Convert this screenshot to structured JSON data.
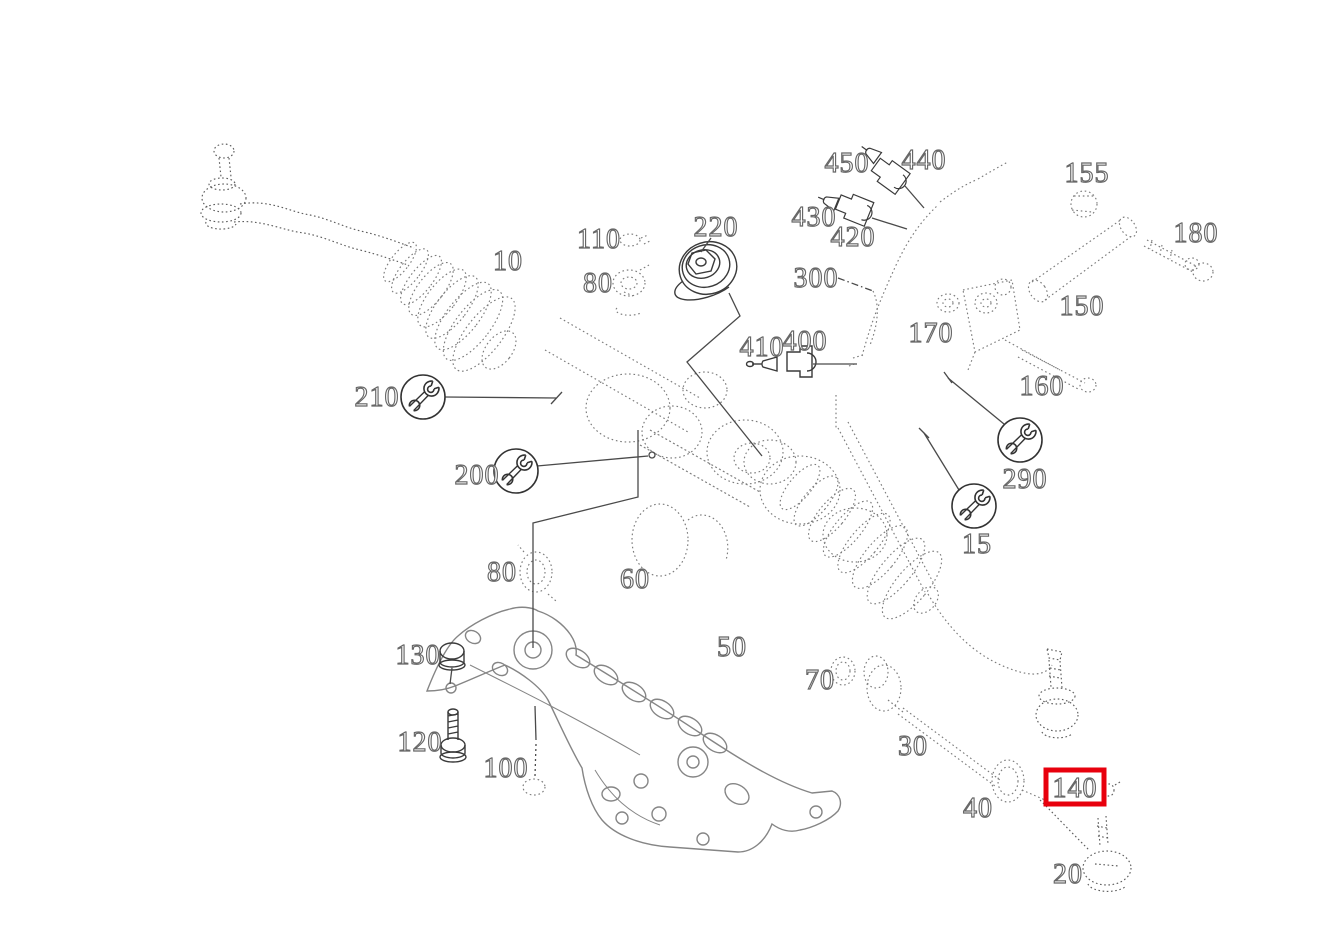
{
  "diagram": {
    "type": "exploded-parts-diagram",
    "subject": "rack-and-pinion steering gear with tie rods and subframe",
    "background_color": "#ffffff",
    "sketch_color": "#7b7b7b",
    "solid_line_color": "#3a3a3a",
    "label_outline_color": "#676767",
    "highlight": {
      "part": "140",
      "color": "#e8000d"
    },
    "wrench_note_parts": [
      "210",
      "200",
      "290",
      "15"
    ],
    "labels": [
      {
        "id": "10",
        "text": "10"
      },
      {
        "id": "15",
        "text": "15"
      },
      {
        "id": "20",
        "text": "20"
      },
      {
        "id": "30",
        "text": "30"
      },
      {
        "id": "40",
        "text": "40"
      },
      {
        "id": "50",
        "text": "50"
      },
      {
        "id": "60",
        "text": "60"
      },
      {
        "id": "70",
        "text": "70"
      },
      {
        "id": "80-upper",
        "text": "80"
      },
      {
        "id": "80-lower",
        "text": "80"
      },
      {
        "id": "100",
        "text": "100"
      },
      {
        "id": "110",
        "text": "110"
      },
      {
        "id": "120",
        "text": "120"
      },
      {
        "id": "130",
        "text": "130"
      },
      {
        "id": "140",
        "text": "140"
      },
      {
        "id": "150",
        "text": "150"
      },
      {
        "id": "155",
        "text": "155"
      },
      {
        "id": "160",
        "text": "160"
      },
      {
        "id": "170",
        "text": "170"
      },
      {
        "id": "180",
        "text": "180"
      },
      {
        "id": "200",
        "text": "200"
      },
      {
        "id": "210",
        "text": "210"
      },
      {
        "id": "220",
        "text": "220"
      },
      {
        "id": "290",
        "text": "290"
      },
      {
        "id": "300",
        "text": "300"
      },
      {
        "id": "400",
        "text": "400"
      },
      {
        "id": "410",
        "text": "410"
      },
      {
        "id": "420",
        "text": "420"
      },
      {
        "id": "430",
        "text": "430"
      },
      {
        "id": "440",
        "text": "440"
      },
      {
        "id": "450",
        "text": "450"
      }
    ]
  }
}
